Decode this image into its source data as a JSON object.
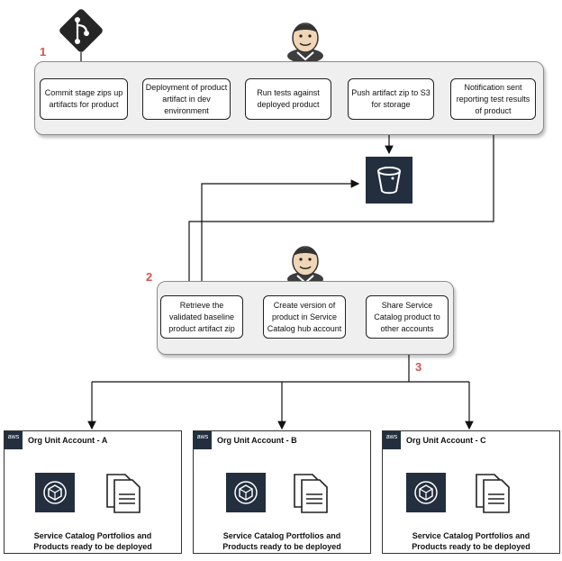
{
  "stage1": {
    "number": "1",
    "steps": [
      "Commit stage zips up artifacts for product",
      "Deployment of product artifact in dev environment",
      "Run tests against deployed product",
      "Push artifact zip to S3 for storage",
      "Notification sent reporting test results of product"
    ]
  },
  "stage2": {
    "number": "2",
    "steps": [
      "Retrieve the validated baseline product artifact zip",
      "Create version of product in Service Catalog hub account",
      "Share Service Catalog product to other accounts"
    ]
  },
  "stage3": {
    "number": "3"
  },
  "accounts": [
    {
      "title": "Org Unit Account - A",
      "caption_line1": "Service Catalog Portfolios and",
      "caption_line2": "Products ready to be deployed"
    },
    {
      "title": "Org Unit Account - B",
      "caption_line1": "Service Catalog Portfolios and",
      "caption_line2": "Products ready to be deployed"
    },
    {
      "title": "Org Unit Account - C",
      "caption_line1": "Service Catalog Portfolios and",
      "caption_line2": "Products ready to be deployed"
    }
  ],
  "aws_badge": "aws",
  "icons": {
    "git": "git-icon",
    "jenkins": "jenkins-icon",
    "s3": "s3-bucket-icon",
    "service_catalog": "service-catalog-icon",
    "documents": "documents-icon"
  },
  "colors": {
    "step_number": "#d9534f",
    "aws_dark": "#232f3e",
    "group_bg": "#efefef"
  }
}
